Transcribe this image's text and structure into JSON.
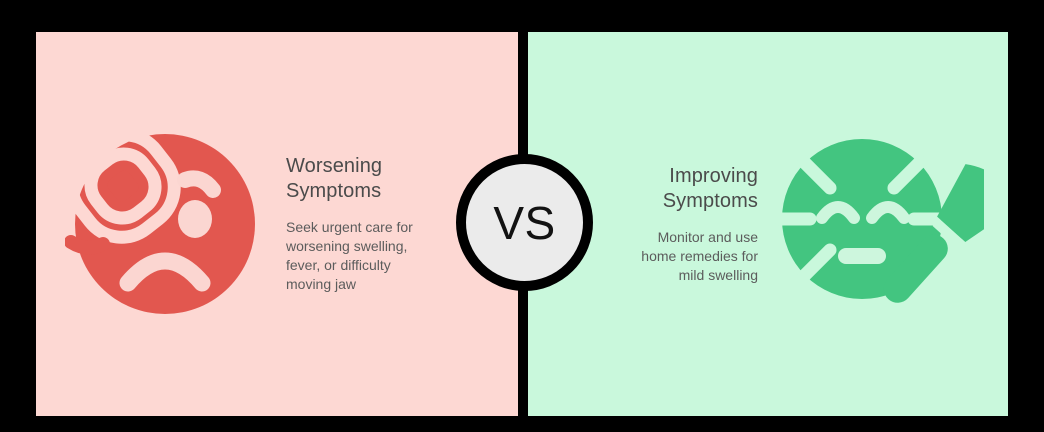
{
  "layout": {
    "background_color": "#000000",
    "divider_color": "#000000"
  },
  "comparison": {
    "left": {
      "background_color": "#fdd8d3",
      "accent_color": "#e2574f",
      "icon": "swollen-sad-face-icon",
      "title": "Worsening\nSymptoms",
      "description": "Seek urgent care for\nworsening swelling,\nfever, or difficulty\nmoving jaw"
    },
    "right": {
      "background_color": "#c9f8dc",
      "accent_color": "#43c580",
      "icon": "face-mask-brush-icon",
      "title": "Improving\nSymptoms",
      "description": "Monitor and use\nhome remedies for\nmild swelling"
    }
  },
  "badge": {
    "label": "VS",
    "fill_color": "#ebebeb",
    "ring_color": "#000000",
    "text_color": "#121212"
  }
}
